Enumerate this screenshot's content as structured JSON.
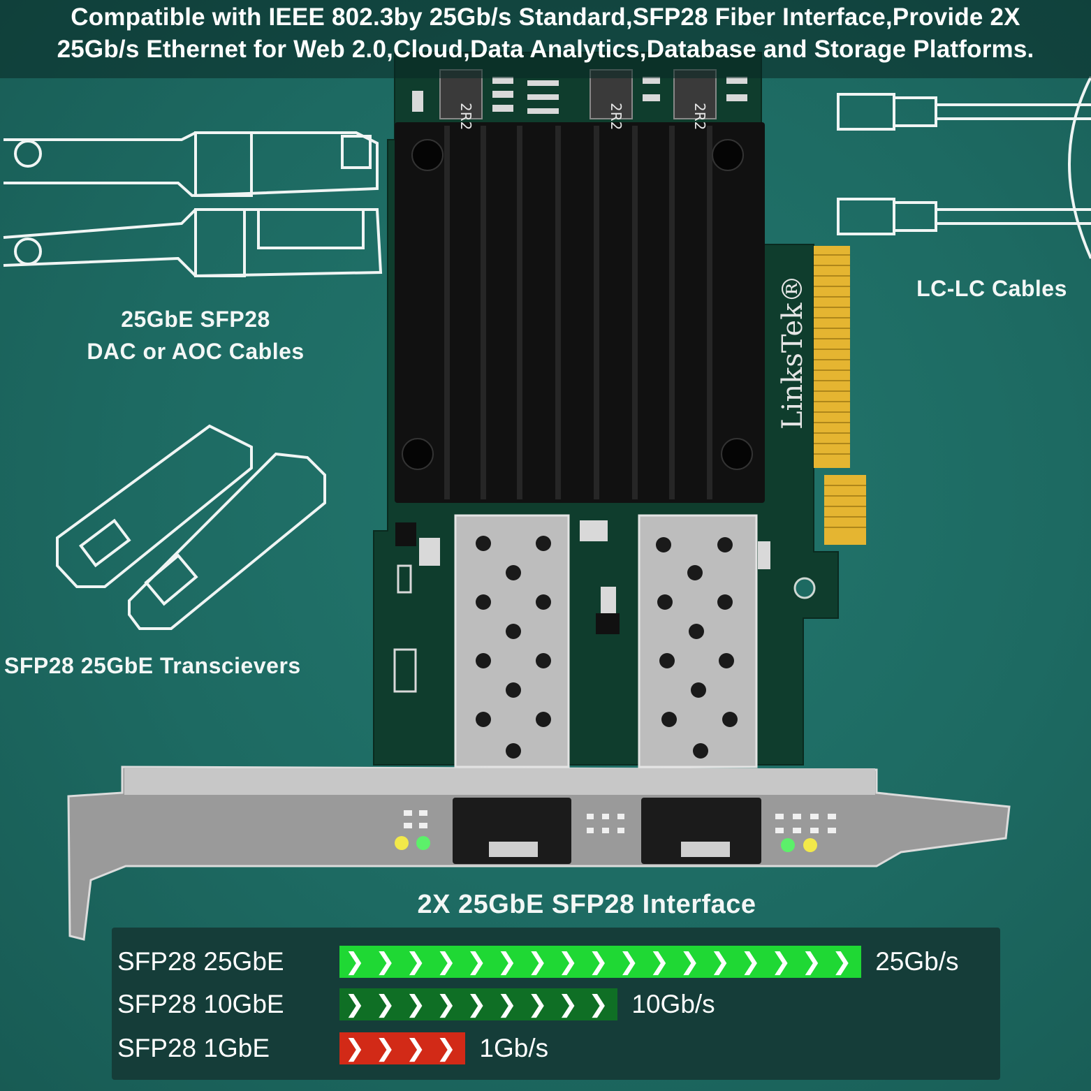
{
  "banner": {
    "line1": "Compatible with IEEE 802.3by 25Gb/s Standard,SFP28 Fiber Interface,Provide 2X",
    "line2": "25Gb/s Ethernet for Web 2.0,Cloud,Data Analytics,Database and Storage Platforms."
  },
  "labels": {
    "dac_line1": "25GbE SFP28",
    "dac_line2": "DAC or AOC Cables",
    "lc": "LC-LC Cables",
    "transceivers": "SFP28 25GbE Transcievers",
    "interface": "2X 25GbE SFP28 Interface"
  },
  "brand": "LinksTek®",
  "pcb_marks": [
    "2R2",
    "2R2",
    "2R2"
  ],
  "speeds": [
    {
      "name": "SFP28 25GbE",
      "value": "25Gb/s",
      "gbps": 25,
      "color": "#1fd834",
      "chevrons": 17
    },
    {
      "name": "SFP28 10GbE",
      "value": "10Gb/s",
      "gbps": 10,
      "color": "#0f6f25",
      "chevrons": 9
    },
    {
      "name": "SFP28 1GbE",
      "value": "1Gb/s",
      "gbps": 1,
      "color": "#d22a17",
      "chevrons": 4
    }
  ],
  "colors": {
    "background": "#1f6e66",
    "pcb": "#0f3d2d",
    "heatsink": "#111111",
    "gold_finger": "#e5b531",
    "panel": "#153d39"
  }
}
